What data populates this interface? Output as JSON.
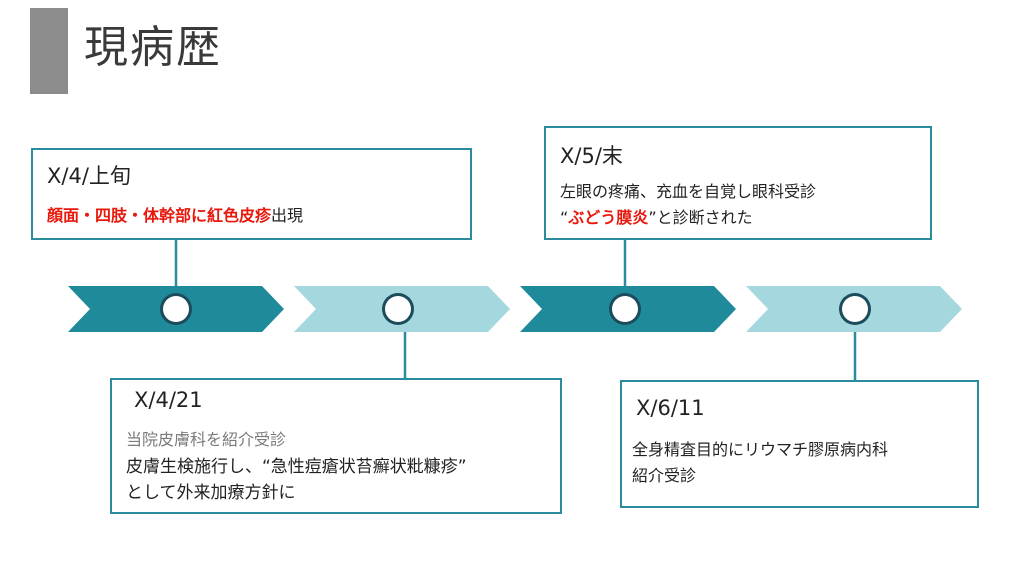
{
  "page": {
    "title": "現病歴"
  },
  "events": [
    {
      "date": "X/4/上旬",
      "lines": [
        {
          "parts": [
            {
              "text": "顔面・四肢・体幹部に紅色皮疹",
              "style": "red"
            },
            {
              "text": "出現",
              "style": "normal"
            }
          ]
        }
      ]
    },
    {
      "date": "X/4/21",
      "lines": [
        {
          "parts": [
            {
              "text": "当院皮膚科を紹介受診",
              "style": "gray"
            }
          ]
        },
        {
          "parts": [
            {
              "text": "皮膚生検施行し、“急性痘瘡状苔癬状粃糠疹”",
              "style": "normal"
            }
          ]
        },
        {
          "parts": [
            {
              "text": "として外来加療方針に",
              "style": "normal"
            }
          ]
        }
      ]
    },
    {
      "date": "X/5/末",
      "lines": [
        {
          "parts": [
            {
              "text": "左眼の疼痛、充血を自覚し眼科受診",
              "style": "normal"
            }
          ]
        },
        {
          "parts": [
            {
              "text": "“",
              "style": "normal"
            },
            {
              "text": "ぶどう膜炎",
              "style": "red"
            },
            {
              "text": "”と診断された",
              "style": "normal"
            }
          ]
        }
      ]
    },
    {
      "date": "X/6/11",
      "lines": [
        {
          "parts": [
            {
              "text": "全身精査目的にリウマチ膠原病内科",
              "style": "normal"
            }
          ]
        },
        {
          "parts": [
            {
              "text": "紹介受診",
              "style": "normal"
            }
          ]
        }
      ]
    }
  ],
  "colors": {
    "dark_teal": "#1e8a9a",
    "light_teal": "#a4d8de",
    "border": "#2a8c9c",
    "connector": "#2a8c9c",
    "red": "#e8180c"
  }
}
